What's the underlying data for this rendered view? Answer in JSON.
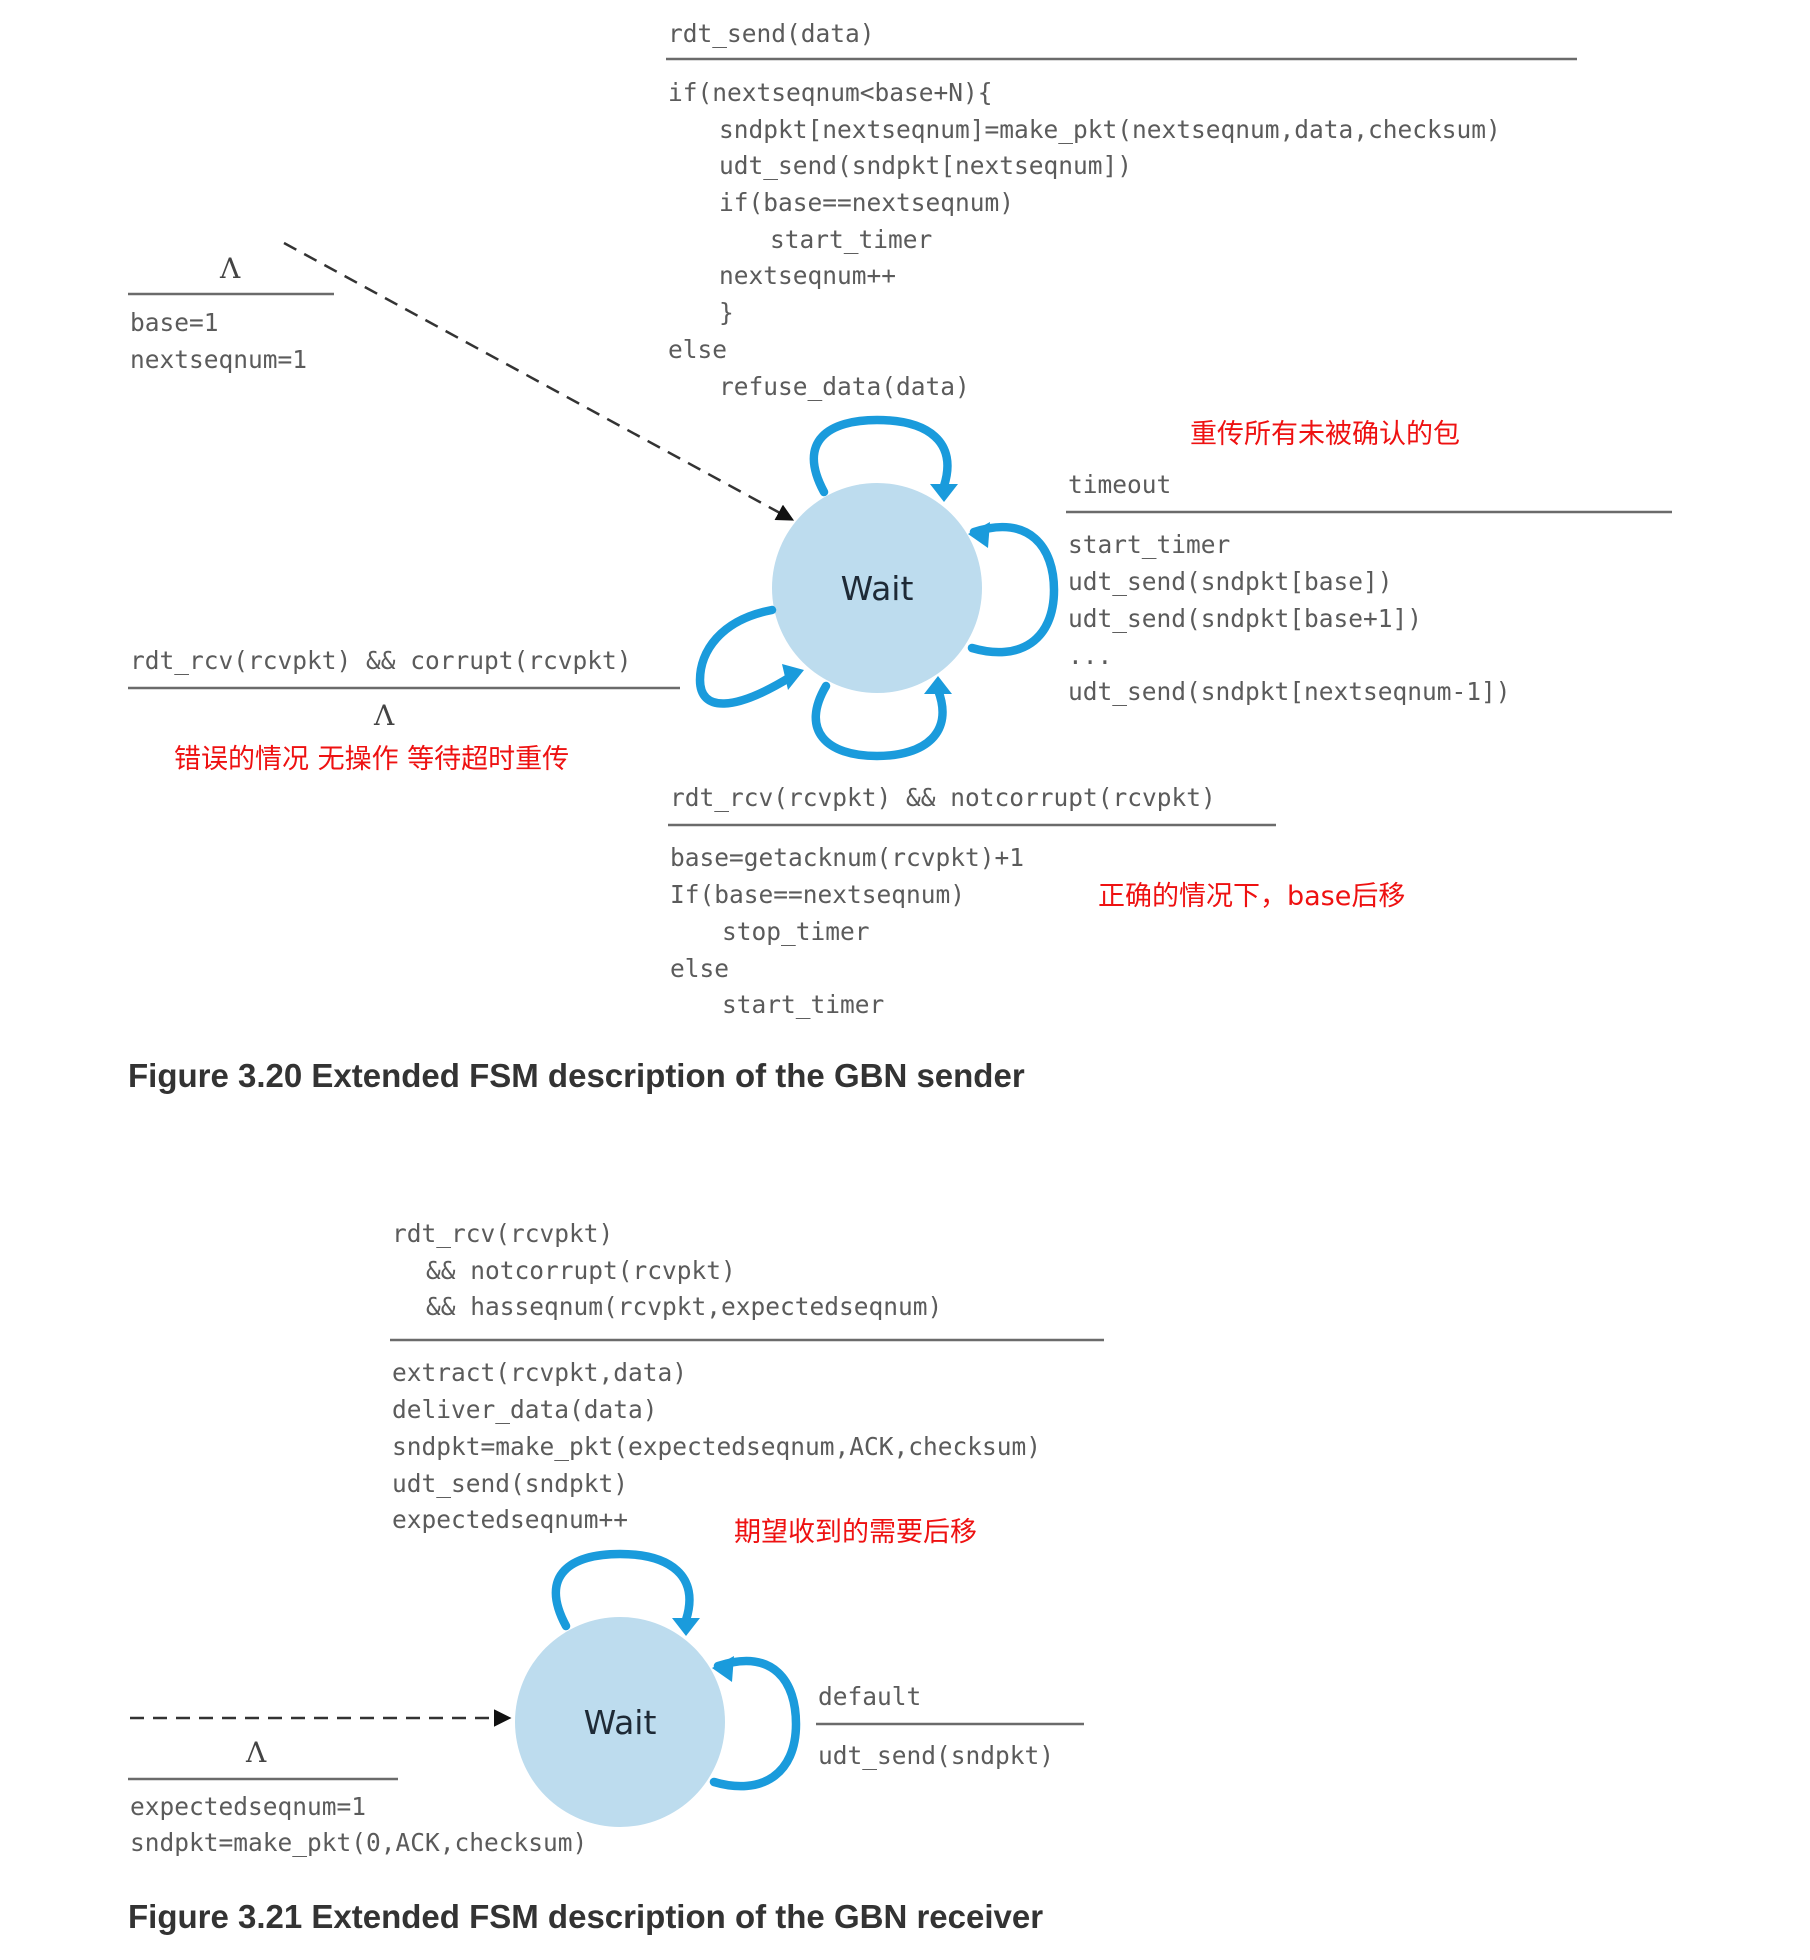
{
  "sender": {
    "state_label": "Wait",
    "init": {
      "lambda": "Λ",
      "actions": [
        "base=1",
        "nextseqnum=1"
      ]
    },
    "send": {
      "event": "rdt_send(data)",
      "actions": [
        "if(nextseqnum<base+N){",
        "sndpkt[nextseqnum]=make_pkt(nextseqnum,data,checksum)",
        "udt_send(sndpkt[nextseqnum])",
        "if(base==nextseqnum)",
        "start_timer",
        "nextseqnum++",
        "}",
        "else",
        "refuse_data(data)"
      ]
    },
    "timeout": {
      "note": "重传所有未被确认的包",
      "event": "timeout",
      "actions": [
        "start_timer",
        "udt_send(sndpkt[base])",
        "udt_send(sndpkt[base+1])",
        "...",
        "udt_send(sndpkt[nextseqnum-1])"
      ]
    },
    "corrupt": {
      "event": "rdt_rcv(rcvpkt) && corrupt(rcvpkt)",
      "lambda": "Λ",
      "note": "错误的情况 无操作 等待超时重传"
    },
    "notcorrupt": {
      "event": "rdt_rcv(rcvpkt) && notcorrupt(rcvpkt)",
      "actions": [
        "base=getacknum(rcvpkt)+1",
        "If(base==nextseqnum)",
        "stop_timer",
        "else",
        "start_timer"
      ],
      "note": "正确的情况下，base后移"
    },
    "caption": "Figure 3.20 Extended FSM description of the GBN sender"
  },
  "receiver": {
    "state_label": "Wait",
    "receive": {
      "event_lines": [
        "rdt_rcv(rcvpkt)",
        "&& notcorrupt(rcvpkt)",
        "&& hasseqnum(rcvpkt,expectedseqnum)"
      ],
      "actions": [
        "extract(rcvpkt,data)",
        "deliver_data(data)",
        "sndpkt=make_pkt(expectedseqnum,ACK,checksum)",
        "udt_send(sndpkt)",
        "expectedseqnum++"
      ],
      "note": "期望收到的需要后移"
    },
    "default": {
      "event": "default",
      "actions": [
        "udt_send(sndpkt)"
      ]
    },
    "init": {
      "lambda": "Λ",
      "actions": [
        "expectedseqnum=1",
        "sndpkt=make_pkt(0,ACK,checksum)"
      ]
    },
    "caption": "Figure 3.21 Extended FSM description of the GBN receiver"
  },
  "colors": {
    "loop": "#1a9bdc",
    "state_fill": "#bddcee",
    "note": "#ee1111",
    "code": "#5b5b5b"
  }
}
